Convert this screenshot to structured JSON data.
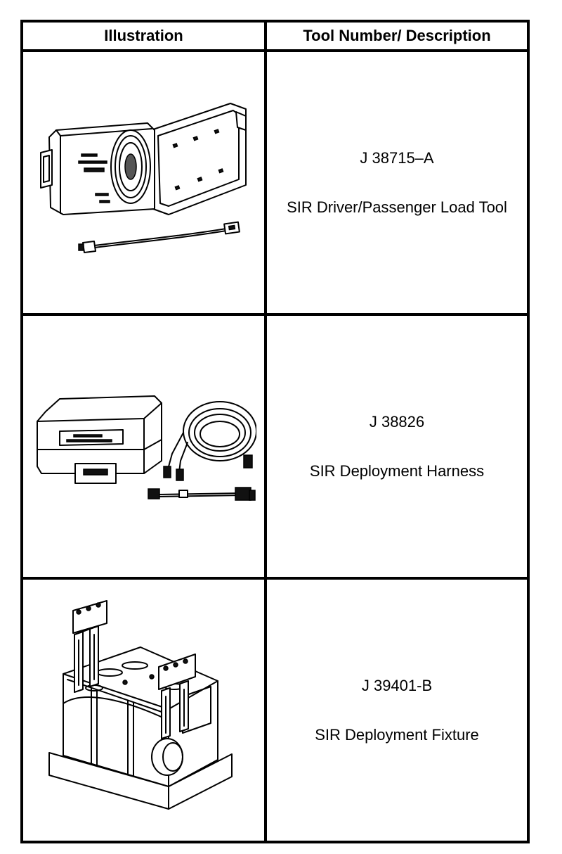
{
  "table": {
    "header_illustration": "Illustration",
    "header_tool": "Tool Number/ Description",
    "rows": [
      {
        "tool_number": "J 38715–A",
        "description": "SIR Driver/Passenger Load Tool",
        "icon": "load-tool-case-icon"
      },
      {
        "tool_number": "J 38826",
        "description": "SIR Deployment Harness",
        "icon": "deployment-harness-icon"
      },
      {
        "tool_number": "J 39401-B",
        "description": "SIR Deployment Fixture",
        "icon": "deployment-fixture-icon"
      }
    ]
  }
}
